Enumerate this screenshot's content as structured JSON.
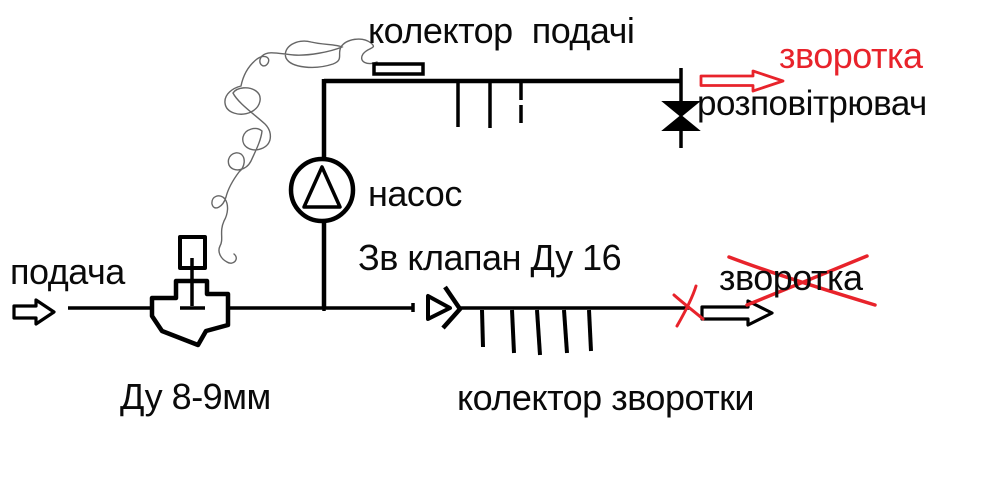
{
  "diagram": {
    "title_hint": "hand-drawn heating pipework scheme",
    "labels": {
      "supply_collector": "колектор  подачі",
      "return_top": "зворотка",
      "air_vent": "розповітрювач",
      "pump": "насос",
      "supply": "подача",
      "check_valve": "Зв клапан Ду 16",
      "return_bottom": "зворотка",
      "pipe_size": "Ду 8-9мм",
      "return_collector": "колектор зворотки"
    },
    "colors": {
      "ink": "#000000",
      "annotation_red": "#e8232b",
      "scribble_gray": "#666666",
      "background": "#ffffff"
    }
  }
}
